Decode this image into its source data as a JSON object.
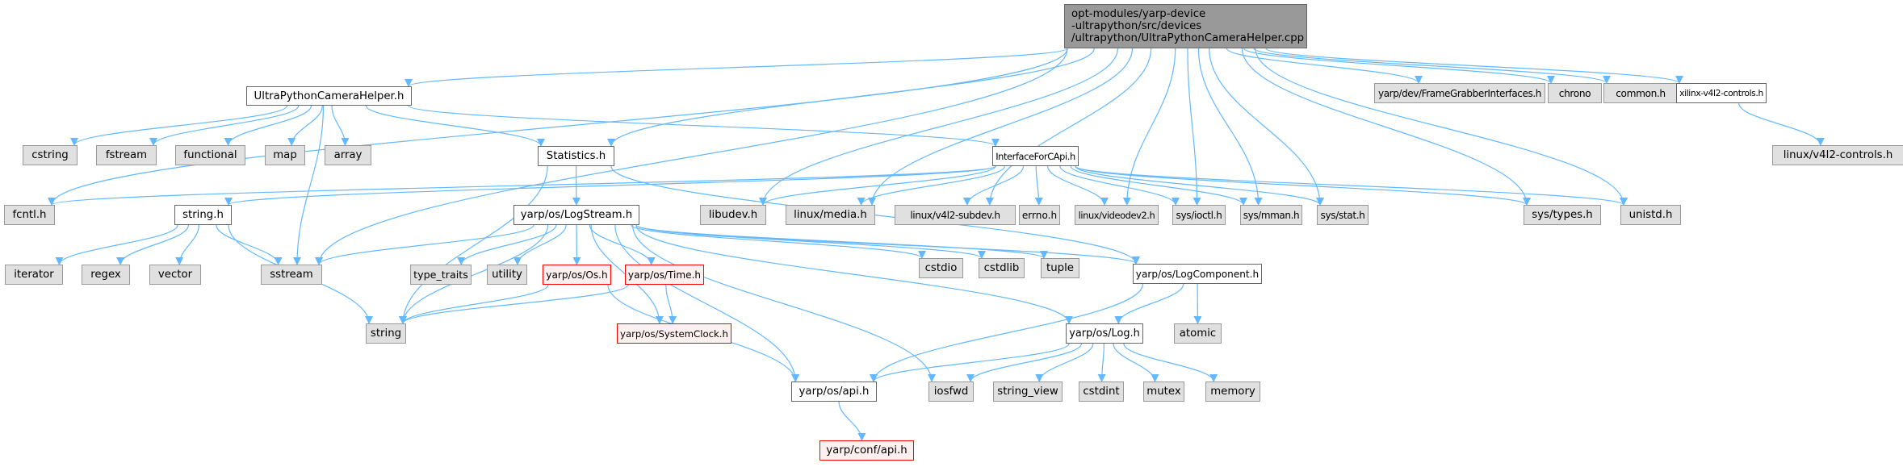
{
  "graph": {
    "edge_color": "#63b8ff",
    "root": {
      "id": "root",
      "lines": [
        "opt-modules/yarp-device",
        "-ultrapython/src/devices",
        "/ultrapython/UltraPythonCameraHelper.cpp"
      ]
    },
    "nodes": [
      {
        "id": "uph",
        "label": "UltraPythonCameraHelper.h",
        "kind": "local"
      },
      {
        "id": "fgi",
        "label": "yarp/dev/FrameGrabberInterfaces.h",
        "kind": "sys"
      },
      {
        "id": "chrono",
        "label": "chrono",
        "kind": "sys"
      },
      {
        "id": "common",
        "label": "common.h",
        "kind": "sys"
      },
      {
        "id": "xilinx",
        "label": "xilinx-v4l2-controls.h",
        "kind": "local"
      },
      {
        "id": "v4l2ctl",
        "label": "linux/v4l2-controls.h",
        "kind": "sys"
      },
      {
        "id": "cstring",
        "label": "cstring",
        "kind": "sys"
      },
      {
        "id": "fstream",
        "label": "fstream",
        "kind": "sys"
      },
      {
        "id": "functional",
        "label": "functional",
        "kind": "sys"
      },
      {
        "id": "map",
        "label": "map",
        "kind": "sys"
      },
      {
        "id": "array",
        "label": "array",
        "kind": "sys"
      },
      {
        "id": "stats",
        "label": "Statistics.h",
        "kind": "local"
      },
      {
        "id": "ifc",
        "label": "InterfaceForCApi.h",
        "kind": "local"
      },
      {
        "id": "fcntl",
        "label": "fcntl.h",
        "kind": "sys"
      },
      {
        "id": "stringh",
        "label": "string.h",
        "kind": "local"
      },
      {
        "id": "logstream",
        "label": "yarp/os/LogStream.h",
        "kind": "local"
      },
      {
        "id": "libudev",
        "label": "libudev.h",
        "kind": "sys"
      },
      {
        "id": "media",
        "label": "linux/media.h",
        "kind": "sys"
      },
      {
        "id": "subdev",
        "label": "linux/v4l2-subdev.h",
        "kind": "sys"
      },
      {
        "id": "errno",
        "label": "errno.h",
        "kind": "sys"
      },
      {
        "id": "videodev2",
        "label": "linux/videodev2.h",
        "kind": "sys"
      },
      {
        "id": "ioctl",
        "label": "sys/ioctl.h",
        "kind": "sys"
      },
      {
        "id": "mman",
        "label": "sys/mman.h",
        "kind": "sys"
      },
      {
        "id": "stat",
        "label": "sys/stat.h",
        "kind": "sys"
      },
      {
        "id": "types",
        "label": "sys/types.h",
        "kind": "sys"
      },
      {
        "id": "unistd",
        "label": "unistd.h",
        "kind": "sys"
      },
      {
        "id": "iterator",
        "label": "iterator",
        "kind": "sys"
      },
      {
        "id": "regex",
        "label": "regex",
        "kind": "sys"
      },
      {
        "id": "vector",
        "label": "vector",
        "kind": "sys"
      },
      {
        "id": "sstream",
        "label": "sstream",
        "kind": "sys"
      },
      {
        "id": "type_traits",
        "label": "type_traits",
        "kind": "sys"
      },
      {
        "id": "utility",
        "label": "utility",
        "kind": "sys"
      },
      {
        "id": "os",
        "label": "yarp/os/Os.h",
        "kind": "missing"
      },
      {
        "id": "time",
        "label": "yarp/os/Time.h",
        "kind": "missing"
      },
      {
        "id": "cstdio",
        "label": "cstdio",
        "kind": "sys"
      },
      {
        "id": "cstdlib",
        "label": "cstdlib",
        "kind": "sys"
      },
      {
        "id": "tuple",
        "label": "tuple",
        "kind": "sys"
      },
      {
        "id": "logcomp",
        "label": "yarp/os/LogComponent.h",
        "kind": "local"
      },
      {
        "id": "string",
        "label": "string",
        "kind": "sys"
      },
      {
        "id": "sysclock",
        "label": "yarp/os/SystemClock.h",
        "kind": "missing"
      },
      {
        "id": "log",
        "label": "yarp/os/Log.h",
        "kind": "local"
      },
      {
        "id": "atomic",
        "label": "atomic",
        "kind": "sys"
      },
      {
        "id": "osapi",
        "label": "yarp/os/api.h",
        "kind": "local"
      },
      {
        "id": "iosfwd",
        "label": "iosfwd",
        "kind": "sys"
      },
      {
        "id": "string_view",
        "label": "string_view",
        "kind": "sys"
      },
      {
        "id": "cstdint",
        "label": "cstdint",
        "kind": "sys"
      },
      {
        "id": "mutex",
        "label": "mutex",
        "kind": "sys"
      },
      {
        "id": "memory",
        "label": "memory",
        "kind": "sys"
      },
      {
        "id": "confapi",
        "label": "yarp/conf/api.h",
        "kind": "missing"
      }
    ],
    "edges": [
      [
        "root",
        "uph"
      ],
      [
        "root",
        "fgi"
      ],
      [
        "root",
        "chrono"
      ],
      [
        "root",
        "common"
      ],
      [
        "root",
        "xilinx"
      ],
      [
        "root",
        "fcntl"
      ],
      [
        "root",
        "stats"
      ],
      [
        "root",
        "sstream"
      ],
      [
        "root",
        "libudev"
      ],
      [
        "root",
        "media"
      ],
      [
        "root",
        "subdev"
      ],
      [
        "root",
        "videodev2"
      ],
      [
        "root",
        "ioctl"
      ],
      [
        "root",
        "mman"
      ],
      [
        "root",
        "stat"
      ],
      [
        "root",
        "types"
      ],
      [
        "root",
        "unistd"
      ],
      [
        "xilinx",
        "v4l2ctl"
      ],
      [
        "uph",
        "cstring"
      ],
      [
        "uph",
        "fstream"
      ],
      [
        "uph",
        "functional"
      ],
      [
        "uph",
        "map"
      ],
      [
        "uph",
        "array"
      ],
      [
        "uph",
        "stats"
      ],
      [
        "uph",
        "ifc"
      ],
      [
        "uph",
        "sstream"
      ],
      [
        "stats",
        "logstream"
      ],
      [
        "stats",
        "string"
      ],
      [
        "stats",
        "logcomp"
      ],
      [
        "ifc",
        "fcntl"
      ],
      [
        "ifc",
        "stringh"
      ],
      [
        "ifc",
        "libudev"
      ],
      [
        "ifc",
        "media"
      ],
      [
        "ifc",
        "subdev"
      ],
      [
        "ifc",
        "errno"
      ],
      [
        "ifc",
        "videodev2"
      ],
      [
        "ifc",
        "ioctl"
      ],
      [
        "ifc",
        "mman"
      ],
      [
        "ifc",
        "stat"
      ],
      [
        "ifc",
        "types"
      ],
      [
        "ifc",
        "unistd"
      ],
      [
        "stringh",
        "iterator"
      ],
      [
        "stringh",
        "regex"
      ],
      [
        "stringh",
        "vector"
      ],
      [
        "stringh",
        "sstream"
      ],
      [
        "stringh",
        "string"
      ],
      [
        "logstream",
        "sstream"
      ],
      [
        "logstream",
        "string"
      ],
      [
        "logstream",
        "type_traits"
      ],
      [
        "logstream",
        "utility"
      ],
      [
        "logstream",
        "os"
      ],
      [
        "logstream",
        "time"
      ],
      [
        "logstream",
        "sysclock"
      ],
      [
        "logstream",
        "cstdio"
      ],
      [
        "logstream",
        "cstdlib"
      ],
      [
        "logstream",
        "tuple"
      ],
      [
        "logstream",
        "logcomp"
      ],
      [
        "logstream",
        "log"
      ],
      [
        "logstream",
        "osapi"
      ],
      [
        "logstream",
        "iosfwd"
      ],
      [
        "os",
        "string"
      ],
      [
        "os",
        "osapi"
      ],
      [
        "time",
        "string"
      ],
      [
        "time",
        "sysclock"
      ],
      [
        "logcomp",
        "log"
      ],
      [
        "logcomp",
        "atomic"
      ],
      [
        "logcomp",
        "osapi"
      ],
      [
        "log",
        "osapi"
      ],
      [
        "log",
        "iosfwd"
      ],
      [
        "log",
        "string_view"
      ],
      [
        "log",
        "cstdint"
      ],
      [
        "log",
        "mutex"
      ],
      [
        "log",
        "memory"
      ],
      [
        "osapi",
        "confapi"
      ]
    ]
  }
}
